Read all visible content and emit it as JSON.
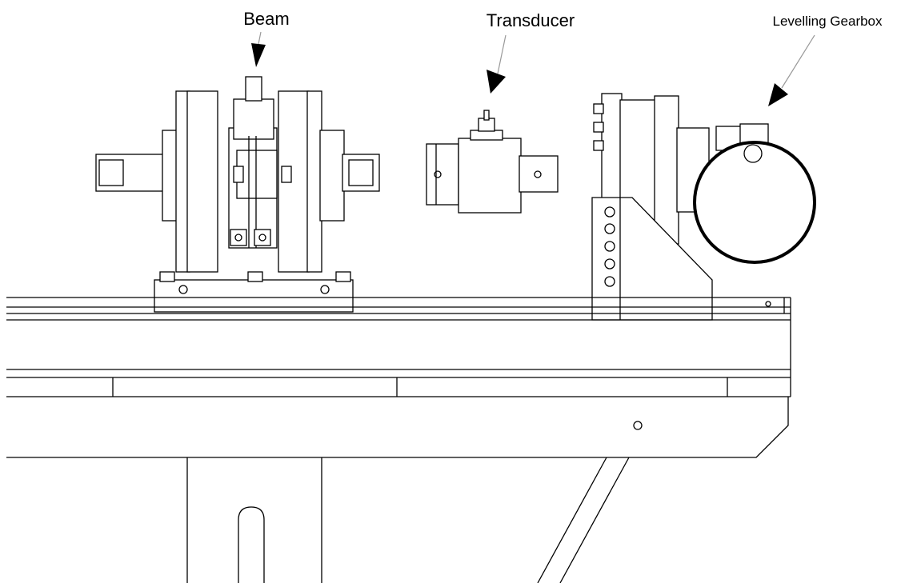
{
  "diagram": {
    "labels": {
      "beam": "Beam",
      "transducer": "Transducer",
      "gearbox": "Levelling Gearbox"
    },
    "colors": {
      "line": "#000000",
      "leader": "#999999",
      "background": "#ffffff"
    }
  }
}
